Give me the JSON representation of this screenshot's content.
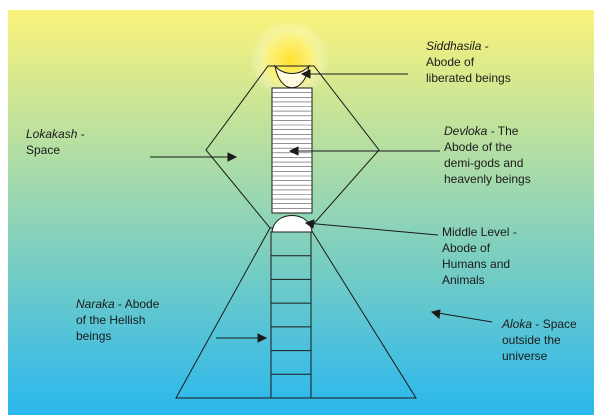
{
  "colors": {
    "gradient_top": "#fbf37a",
    "gradient_bottom": "#2ab7ee",
    "sun_core": "#ffe22e",
    "sun_glow": "#fff27a",
    "stroke": "#1a1a1a"
  },
  "labels": {
    "siddhasila": {
      "term": "Siddhasila",
      "rest": " -",
      "lines": [
        "Abode of",
        "liberated beings"
      ]
    },
    "lokakash": {
      "term": "Lokakash",
      "rest": " -",
      "lines": [
        "Space"
      ]
    },
    "devloka": {
      "term": "Devloka",
      "rest": " - The",
      "lines": [
        "Abode of the",
        "demi-gods and",
        "heavenly beings"
      ]
    },
    "middle": {
      "lines": [
        "Middle Level -",
        "Abode of",
        "Humans and",
        "Animals"
      ]
    },
    "naraka": {
      "term": "Naraka",
      "rest": " - Abode",
      "lines": [
        "of the Hellish",
        "beings"
      ]
    },
    "aloka": {
      "term": "Aloka",
      "rest": " - Space",
      "lines": [
        "outside the",
        "universe"
      ]
    }
  },
  "structure": {
    "upper_stripe_count": 27,
    "lower_level_count": 7
  }
}
